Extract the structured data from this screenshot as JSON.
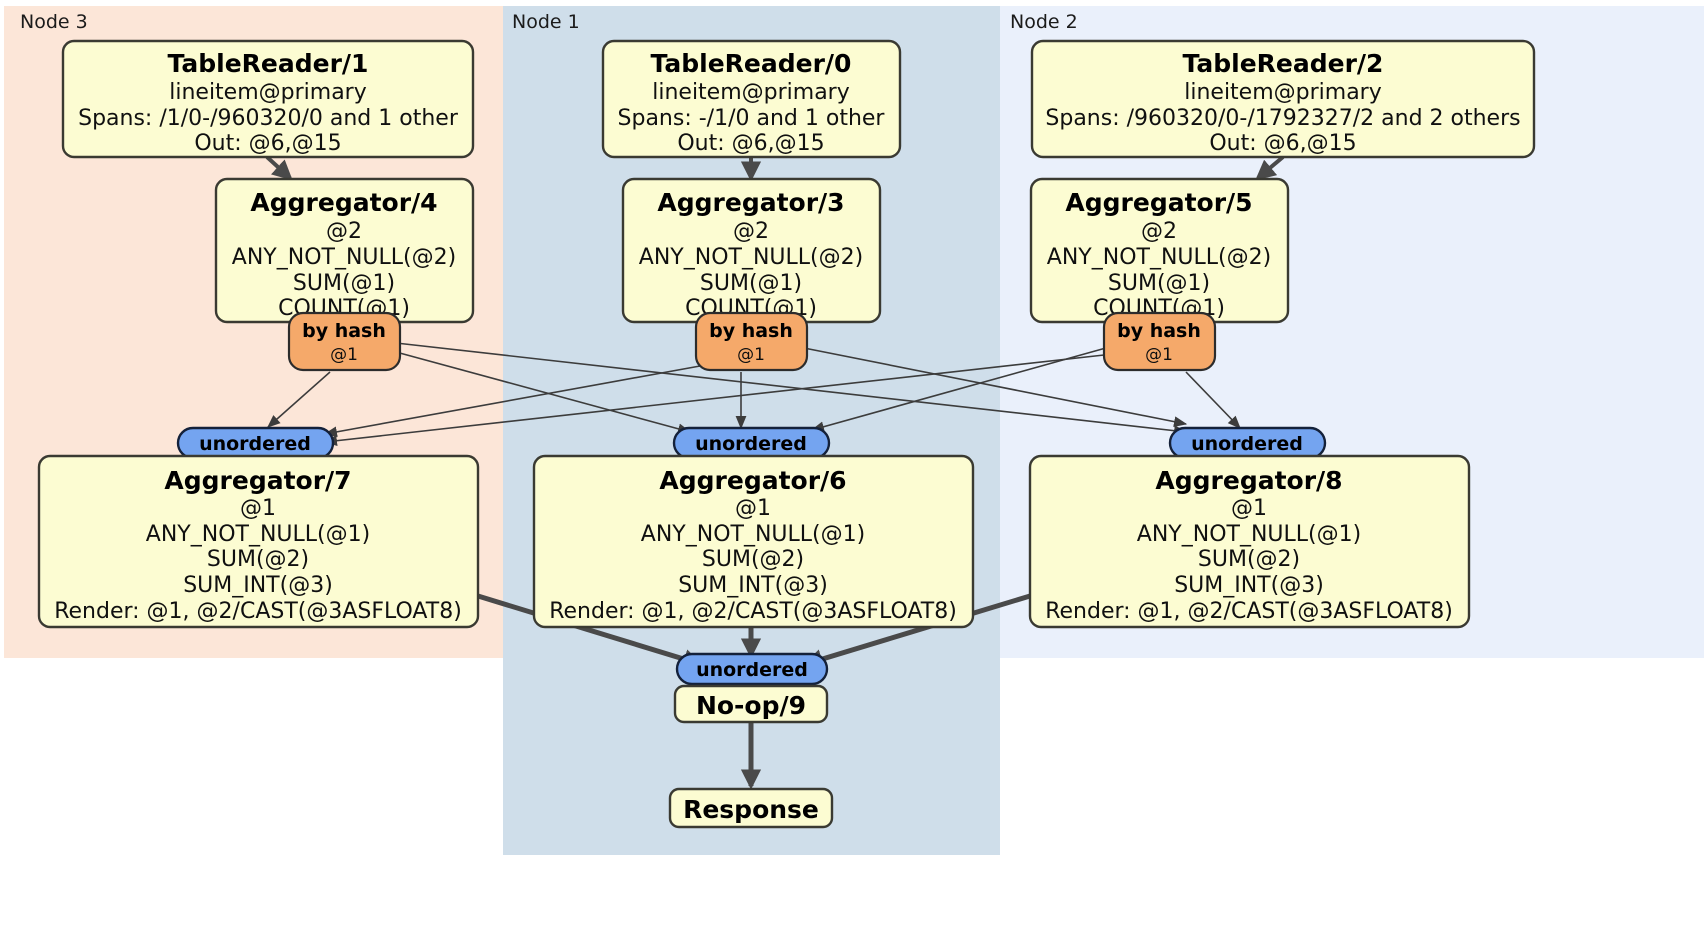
{
  "diagram": {
    "type": "distributed-query-plan",
    "colors": {
      "node3_panel": "#fce6d8",
      "node1_panel": "#cfdeea",
      "node2_panel": "#eaf0fb",
      "processor_box": "#fcfcd2",
      "hash_router": "#f5a96a",
      "sync_unordered": "#74a4f0",
      "edge": "#4a4a4a",
      "border": "#3a3a32"
    },
    "panels": [
      {
        "id": "node3",
        "label": "Node 3"
      },
      {
        "id": "node1",
        "label": "Node 1"
      },
      {
        "id": "node2",
        "label": "Node 2"
      }
    ],
    "processors": [
      {
        "id": "tr1",
        "panel": "node3",
        "title": "TableReader/1",
        "lines": [
          "lineitem@primary",
          "Spans: /1/0-/960320/0 and 1 other",
          "Out: @6,@15"
        ]
      },
      {
        "id": "tr0",
        "panel": "node1",
        "title": "TableReader/0",
        "lines": [
          "lineitem@primary",
          "Spans: -/1/0 and 1 other",
          "Out: @6,@15"
        ]
      },
      {
        "id": "tr2",
        "panel": "node2",
        "title": "TableReader/2",
        "lines": [
          "lineitem@primary",
          "Spans: /960320/0-/1792327/2 and 2 others",
          "Out: @6,@15"
        ]
      },
      {
        "id": "agg4",
        "panel": "node3",
        "title": "Aggregator/4",
        "lines": [
          "@2",
          "ANY_NOT_NULL(@2)",
          "SUM(@1)",
          "COUNT(@1)"
        ]
      },
      {
        "id": "agg3",
        "panel": "node1",
        "title": "Aggregator/3",
        "lines": [
          "@2",
          "ANY_NOT_NULL(@2)",
          "SUM(@1)",
          "COUNT(@1)"
        ]
      },
      {
        "id": "agg5",
        "panel": "node2",
        "title": "Aggregator/5",
        "lines": [
          "@2",
          "ANY_NOT_NULL(@2)",
          "SUM(@1)",
          "COUNT(@1)"
        ]
      },
      {
        "id": "agg7",
        "panel": "node3",
        "title": "Aggregator/7",
        "lines": [
          "@1",
          "ANY_NOT_NULL(@1)",
          "SUM(@2)",
          "SUM_INT(@3)",
          "Render: @1, @2/CAST(@3ASFLOAT8)"
        ]
      },
      {
        "id": "agg6",
        "panel": "node1",
        "title": "Aggregator/6",
        "lines": [
          "@1",
          "ANY_NOT_NULL(@1)",
          "SUM(@2)",
          "SUM_INT(@3)",
          "Render: @1, @2/CAST(@3ASFLOAT8)"
        ]
      },
      {
        "id": "agg8",
        "panel": "node2",
        "title": "Aggregator/8",
        "lines": [
          "@1",
          "ANY_NOT_NULL(@1)",
          "SUM(@2)",
          "SUM_INT(@3)",
          "Render: @1, @2/CAST(@3ASFLOAT8)"
        ]
      },
      {
        "id": "noop9",
        "panel": "node1",
        "title": "No-op/9",
        "lines": []
      },
      {
        "id": "response",
        "panel": "node1",
        "title": "Response",
        "lines": []
      }
    ],
    "routers": [
      {
        "id": "hash4",
        "panel": "node3",
        "title": "by hash",
        "sub": "@1"
      },
      {
        "id": "hash3",
        "panel": "node1",
        "title": "by hash",
        "sub": "@1"
      },
      {
        "id": "hash5",
        "panel": "node2",
        "title": "by hash",
        "sub": "@1"
      }
    ],
    "synchronizers": [
      {
        "id": "sync7",
        "panel": "node3",
        "label": "unordered"
      },
      {
        "id": "sync6",
        "panel": "node1",
        "label": "unordered"
      },
      {
        "id": "sync8",
        "panel": "node2",
        "label": "unordered"
      },
      {
        "id": "sync9",
        "panel": "node1",
        "label": "unordered"
      }
    ]
  }
}
